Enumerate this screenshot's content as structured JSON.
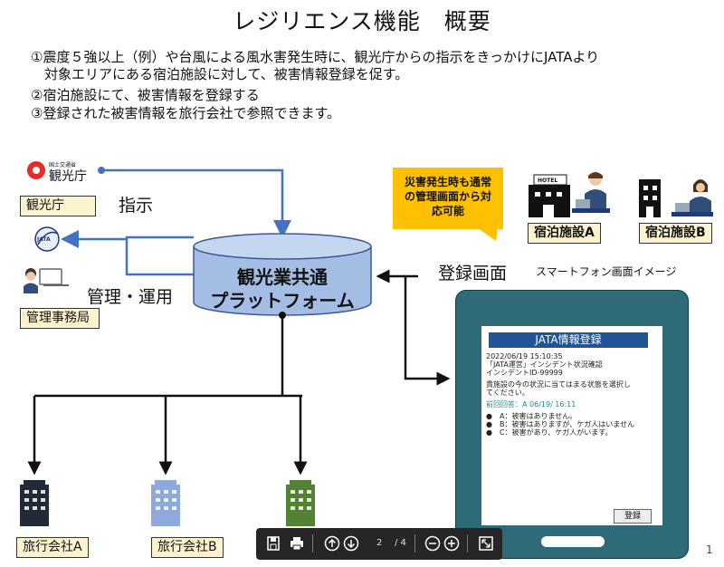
{
  "title": "レジリエンス機能　概要",
  "intro_lines": [
    "①震度５強以上（例）や台風による風水害発生時に、観光庁からの指示をきっかけにJATAより",
    "　対象エリアにある宿泊施設に対して、被害情報登録を促す。",
    "②宿泊施設にて、被害情報を登録する",
    "③登録された被害情報を旅行会社で参照できます。"
  ],
  "kankocho": {
    "logo_small": "国土交通省",
    "logo_big": "観光庁",
    "label": "観光庁"
  },
  "jata_logo": "JATA",
  "instruction_label": "指示",
  "management_label": "管理・運用",
  "office_label": "管理事務局",
  "platform": {
    "line1": "観光業共通",
    "line2": "プラットフォーム"
  },
  "callout": {
    "line1": "災害発生時も通常",
    "line2": "の管理画面から対",
    "line3": "応可能"
  },
  "hotels": [
    {
      "label": "宿泊施設A",
      "sign": "HOTEL"
    },
    {
      "label": "宿泊施設B"
    }
  ],
  "registration": {
    "title": "登録画面",
    "subtitle": "スマートフォン画面イメージ"
  },
  "phone_screen": {
    "header": "JATA情報登録",
    "lines": [
      "2022/06/19 15:10:35",
      "「JATA運営」インシデント状況確認",
      "インシデントID-99999",
      "",
      "貴施設の今の状況に当てはまる状態を選択し",
      "てください。",
      "",
      "前回回答：A 06/19/ 16:11",
      "",
      "●　A：被害はありません。",
      "●　B：被害はありますが、ケガ人はいません",
      "●　C：被害があり、ケガ人がいます。"
    ],
    "button": "登録"
  },
  "agencies": [
    {
      "label": "旅行会社A"
    },
    {
      "label": "旅行会社B"
    },
    {
      "label": ""
    }
  ],
  "colors": {
    "arrow_blue": "#4472c4",
    "cylinder": "#a4bde4",
    "agency_a": "#222a35",
    "agency_b": "#8ea9db",
    "agency_c": "#548235",
    "phone": "#2e6a78",
    "callout": "#ffc000",
    "label_fill": "#fdf3cf"
  },
  "toolbar": {
    "icons": [
      "save-icon",
      "print-icon",
      "up-arrow-icon",
      "down-arrow-icon",
      "zoom-out-icon",
      "zoom-in-icon",
      "fit-page-icon"
    ],
    "page_current": "2",
    "page_total": "/ 4"
  },
  "page_number": "1"
}
